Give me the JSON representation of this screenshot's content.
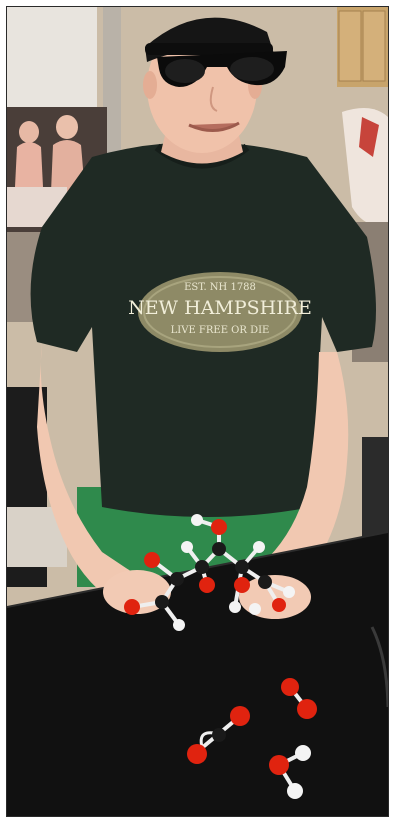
{
  "photo": {
    "shirt": {
      "line1": "EST. NH 1788",
      "line2": "NEW HAMPSHIRE",
      "line3": "LIVE FREE OR DIE"
    },
    "colors": {
      "shirt": "#1f2a24",
      "skin": "#f0c6ae",
      "table": "#111111",
      "atom_red": "#e0230f",
      "atom_white": "#f4f4f4",
      "atom_black": "#1a1a1a"
    }
  }
}
